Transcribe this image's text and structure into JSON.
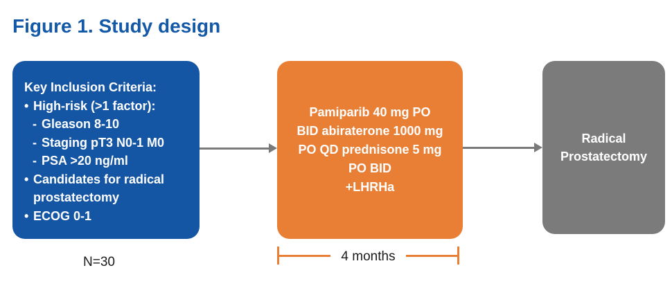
{
  "title": "Figure 1. Study design",
  "colors": {
    "title_blue": "#1359A8",
    "inclusion_box_blue": "#1556A4",
    "treatment_box_orange": "#E87F35",
    "outcome_box_gray": "#7B7B7B",
    "arrow_gray": "#7A7A7A",
    "bracket_orange": "#E87F35",
    "box_text": "#FFFFFF",
    "annotation_text": "#1A1A1A"
  },
  "inclusion_box": {
    "heading": "Key Inclusion Criteria:",
    "items": [
      {
        "marker": "•",
        "text": "High-risk (>1 factor):"
      },
      {
        "marker": "-",
        "text": "Gleason 8-10"
      },
      {
        "marker": "-",
        "text": "Staging pT3 N0-1 M0"
      },
      {
        "marker": "-",
        "text": "PSA >20 ng/ml"
      },
      {
        "marker": "•",
        "text": "Candidates for radical prostatectomy"
      },
      {
        "marker": "•",
        "text": "ECOG 0-1"
      }
    ],
    "sample_size": "N=30"
  },
  "treatment_box": {
    "lines": [
      "Pamiparib 40 mg PO",
      "BID abiraterone 1000 mg",
      "PO QD prednisone 5 mg",
      "PO BID",
      "+LHRHa"
    ],
    "duration_label": "4 months"
  },
  "outcome_box": {
    "label": "Radical Prostatectomy"
  }
}
